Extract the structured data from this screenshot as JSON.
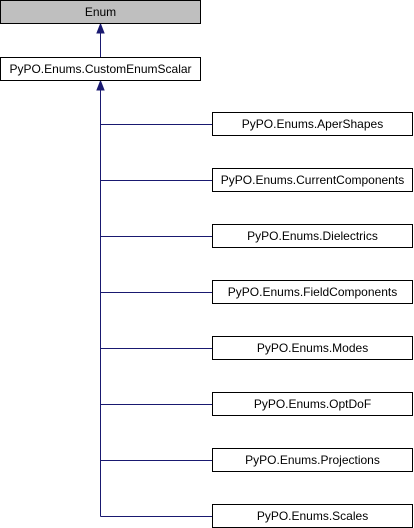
{
  "colors": {
    "base_fill": "#bfbfbf",
    "class_fill": "#ffffff",
    "border": "#000000",
    "edge": "#191970"
  },
  "nodes": {
    "enum": "Enum",
    "custom_enum_scalar": "PyPO.Enums.CustomEnumScalar",
    "subclasses": [
      "PyPO.Enums.AperShapes",
      "PyPO.Enums.CurrentComponents",
      "PyPO.Enums.Dielectrics",
      "PyPO.Enums.FieldComponents",
      "PyPO.Enums.Modes",
      "PyPO.Enums.OptDoF",
      "PyPO.Enums.Projections",
      "PyPO.Enums.Scales"
    ]
  }
}
